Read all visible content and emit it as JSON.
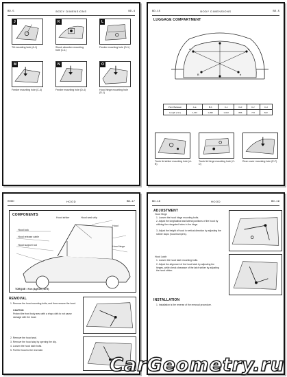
{
  "watermark": "CarGeometry.ru",
  "page1": {
    "code": "BD-5",
    "header": "BODY DIMENSIONS",
    "page_no": "BD-4",
    "figures": [
      {
        "tag": "J",
        "caption": "Tilt mounting hole (A-1)"
      },
      {
        "tag": "K",
        "caption": "Shock absorber mounting hole (C-1)"
      },
      {
        "tag": "L",
        "caption": "Fender mounting hole (D-1)"
      },
      {
        "tag": "M",
        "caption": "Fender mounting hole (C-4)"
      },
      {
        "tag": "N",
        "caption": "Fender mounting hole (D-4)"
      },
      {
        "tag": "O",
        "caption": "Hood hinge mounting hole (D-1)"
      }
    ]
  },
  "page2": {
    "code": "BD-15",
    "header": "BODY DIMENSIONS",
    "page_no": "BD-5",
    "section": "LUGGAGE COMPARTMENT",
    "table": {
      "row1": [
        "Point Between",
        "A-a",
        "B-b",
        "C-c",
        "D-d",
        "C-c'",
        "C-d"
      ],
      "row2": [
        "Length (mm)",
        "1,133",
        "1,095",
        "1,422",
        "886",
        "772",
        "622"
      ]
    },
    "figures": [
      {
        "tag": "",
        "caption": "Trunk lid striker mounting hole (A-B)"
      },
      {
        "tag": "",
        "caption": "Trunk lid hinge mounting hole (C-D)"
      },
      {
        "tag": "",
        "caption": "Rear cover mounting hole (E-F)"
      }
    ]
  },
  "page3": {
    "code": "HOOD",
    "header": "HOOD",
    "page_no": "BB-17",
    "section": "COMPONENTS",
    "labels": [
      "Hood striker",
      "Hood seal strip",
      "Hood",
      "Hood lock",
      "Hood release cable",
      "Hood hinge",
      "Hood support rod"
    ],
    "torque_label": "TORQUE : N·m (kgf·cm, lb·ft)",
    "removal_title": "REMOVAL",
    "removal_steps": [
      "1. Remove the hood mounting bolts, and then remove the hood.",
      "CAUTION",
      "Protect the front body area with a shop cloth to not cause damage with the hood.",
      "2. Remove the hood seal.",
      "3. Remove the hood stay by opening the clip.",
      "4. Loosen the hood latch bolts.",
      "5. Pull the hood to the rear side."
    ]
  },
  "page4": {
    "code": "BD-18",
    "header": "HOOD",
    "page_no": "BD-19",
    "adjust_title": "ADJUSTMENT",
    "adjust_sub1": "Hood Hinge",
    "adjust_steps1": [
      "1. Loosen the hood hinge mounting bolts.",
      "2. Adjust the longitudinal and lateral positions of the hood by utilizing the elongated holes in the hinge.",
      "3. Adjust the height of hood in vertical direction by adjusting the rubber stops (hood bumpers)."
    ],
    "adjust_sub2": "Hood Latch",
    "adjust_steps2": [
      "1. Loosen the hood latch mounting bolts.",
      "2. Adjust the alignment of the hood latch by adjusting the hinges, while check clearance of the latch striker by adjusting the hood striker."
    ],
    "install_title": "INSTALLATION",
    "install_steps": [
      "1. Installation is the reverse of the removal procedure."
    ]
  }
}
